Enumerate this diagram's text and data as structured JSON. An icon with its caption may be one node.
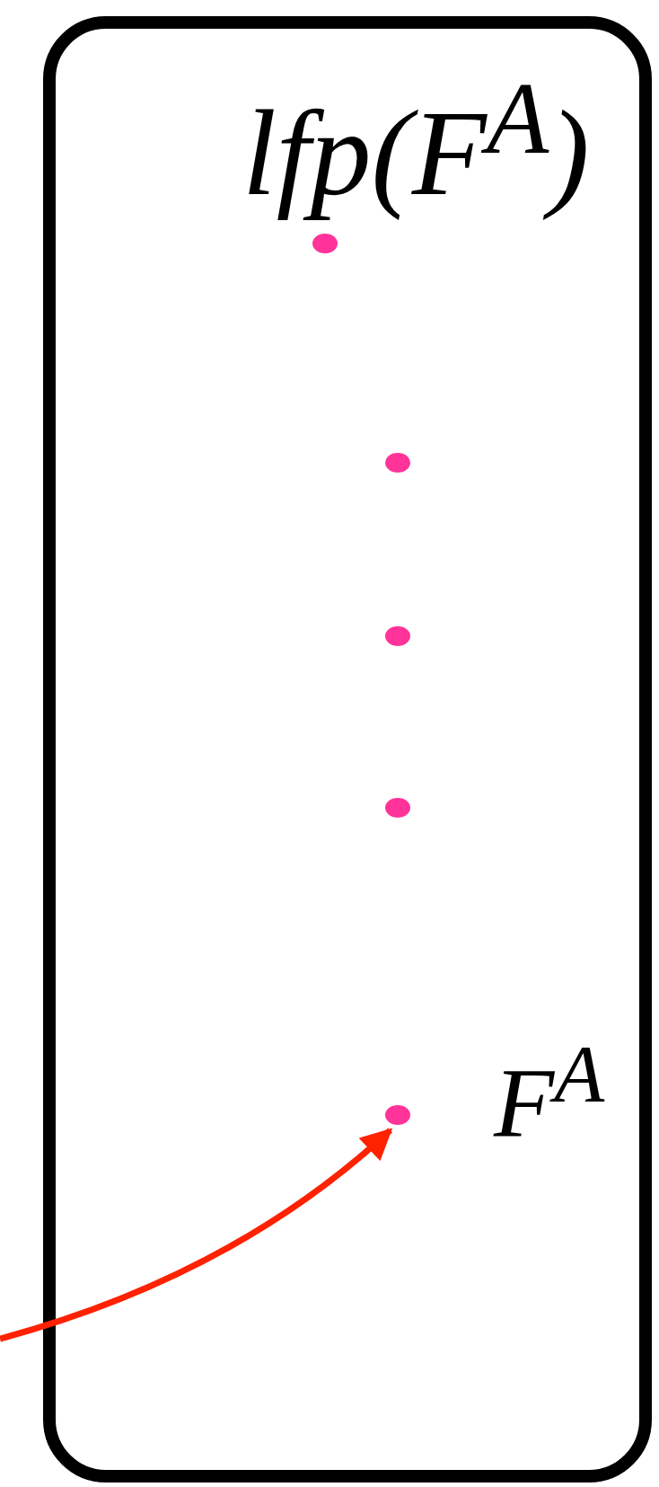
{
  "diagram": {
    "nodes": [
      {
        "text": [],
        "shape": "box"
      },
      {
        "text": [],
        "shape": "circle",
        "in": 0,
        "beside": [
          "lfp(F$^{A}$)"
        ]
      },
      {
        "text": [],
        "shape": "circle",
        "in": 0
      },
      {
        "text": [],
        "shape": "circle",
        "in": 0
      },
      {
        "text": [],
        "shape": "circle",
        "in": 0
      },
      {
        "text": [],
        "shape": "circle",
        "in": 0,
        "beside": [
          "F$^{A}$"
        ]
      }
    ],
    "edges": [
      {
        "from": null,
        "to": 5,
        "arrow": "to",
        "color": "#ff2200"
      }
    ]
  }
}
